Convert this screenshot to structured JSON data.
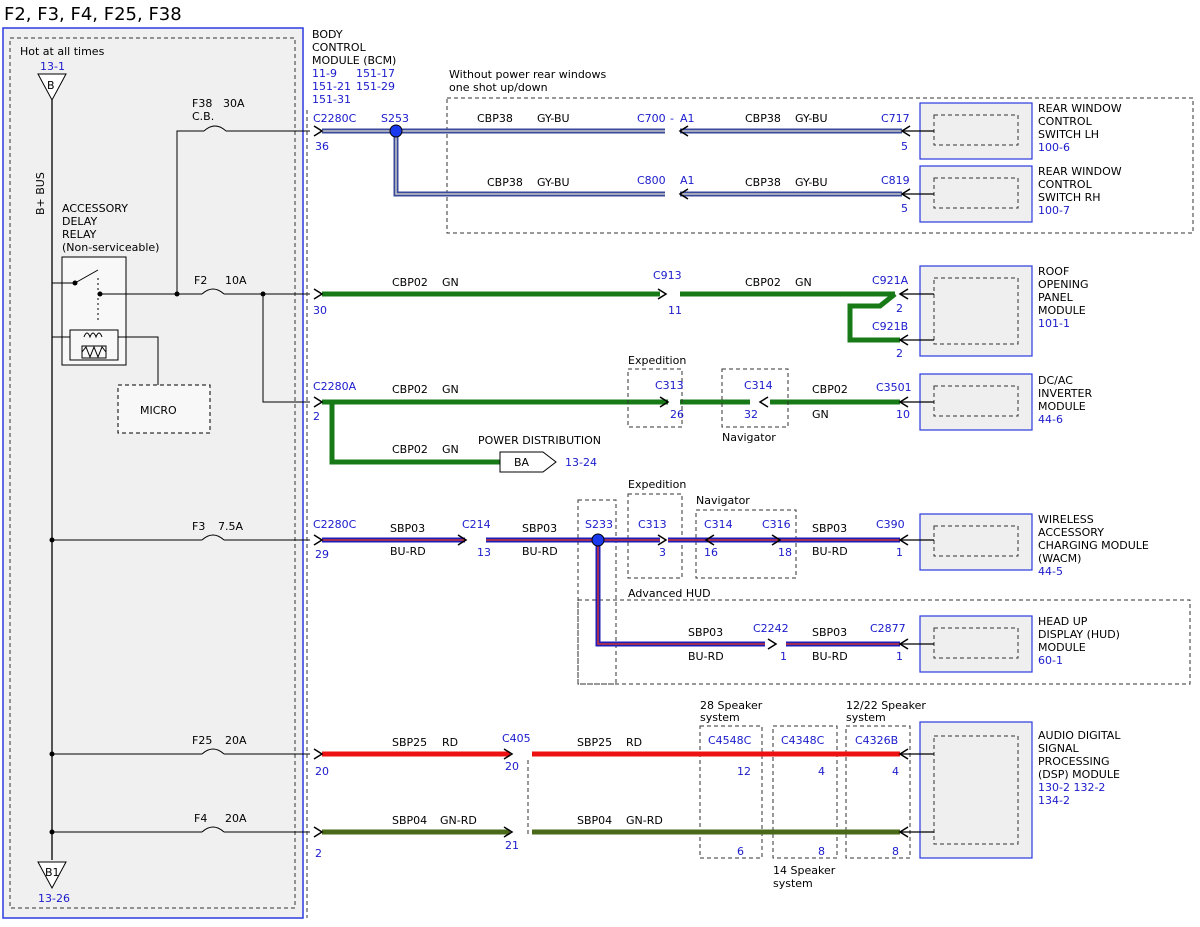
{
  "title": "F2, F3, F4, F25, F38",
  "colors": {
    "panel_blue": "#2a3ae0",
    "gn": "#177a17",
    "gy_bu": "#3a4a9a",
    "bu_rd": "#1e1eb8",
    "rd": "#ee1111",
    "gn_rd": "#4a6a1a",
    "ref_blue": "#1a1acc"
  },
  "left_panel": {
    "hot": "Hot at all times",
    "hot_ref": "13-1",
    "bus_label": "B+ BUS",
    "b_top": "B",
    "b_bottom": "B1",
    "b_bottom_ref": "13-26",
    "relay": [
      "ACCESSORY",
      "DELAY",
      "RELAY",
      "(Non-serviceable)"
    ],
    "micro": "MICRO"
  },
  "bcm": {
    "name": [
      "BODY",
      "CONTROL",
      "MODULE (BCM)"
    ],
    "refs": [
      "11-9",
      "151-17",
      "151-21",
      "151-29",
      "151-31"
    ]
  },
  "fuses": {
    "f38": "F38",
    "f38_amp": "30A",
    "f38_cb": "C.B.",
    "f2": "F2",
    "f2_amp": "10A",
    "f3": "F3",
    "f3_amp": "7.5A",
    "f25": "F25",
    "f25_amp": "20A",
    "f4": "F4",
    "f4_amp": "20A"
  },
  "notes": {
    "rear_windows": [
      "Without power rear windows",
      "one shot up/down"
    ],
    "expedition": "Expedition",
    "navigator": "Navigator",
    "advanced_hud": "Advanced HUD",
    "spk28": [
      "28 Speaker",
      "system"
    ],
    "spk1222": [
      "12/22 Speaker",
      "system"
    ],
    "spk14": [
      "14 Speaker",
      "system"
    ],
    "power_distribution": "POWER DISTRIBUTION",
    "ba": "BA",
    "ba_ref": "13-24"
  },
  "wires": {
    "cbp38": "CBP38",
    "gybu": "GY-BU",
    "cbp02": "CBP02",
    "gn": "GN",
    "sbp03": "SBP03",
    "burd": "BU-RD",
    "sbp25": "SBP25",
    "rd": "RD",
    "sbp04": "SBP04",
    "gnrd": "GN-RD"
  },
  "connectors": {
    "c2280c": "C2280C",
    "c2280a": "C2280A",
    "s253": "S253",
    "s233": "S233",
    "c700": "C700",
    "a1": "A1",
    "c717": "C717",
    "c800": "C800",
    "c819": "C819",
    "c913": "C913",
    "c921a": "C921A",
    "c921b": "C921B",
    "c313": "C313",
    "c314": "C314",
    "c3501": "C3501",
    "c214": "C214",
    "c316": "C316",
    "c390": "C390",
    "c2242": "C2242",
    "c2877": "C2877",
    "c405": "C405",
    "c4548c": "C4548C",
    "c4348c": "C4348C",
    "c4326b": "C4326B"
  },
  "pins": {
    "p36": "36",
    "p5": "5",
    "p30": "30",
    "p11": "11",
    "p2": "2",
    "p26": "26",
    "p32": "32",
    "p10": "10",
    "p29": "29",
    "p13": "13",
    "p3": "3",
    "p16": "16",
    "p18": "18",
    "p1": "1",
    "p20": "20",
    "p12": "12",
    "p4": "4",
    "p21": "21",
    "p6": "6",
    "p8": "8",
    "dash": "-"
  },
  "modules": {
    "rwlh": [
      "REAR WINDOW",
      "CONTROL",
      "SWITCH LH"
    ],
    "rwlh_ref": "100-6",
    "rwrh": [
      "REAR WINDOW",
      "CONTROL",
      "SWITCH RH"
    ],
    "rwrh_ref": "100-7",
    "roof": [
      "ROOF",
      "OPENING",
      "PANEL",
      "MODULE"
    ],
    "roof_ref": "101-1",
    "dcac": [
      "DC/AC",
      "INVERTER",
      "MODULE"
    ],
    "dcac_ref": "44-6",
    "wacm": [
      "WIRELESS",
      "ACCESSORY",
      "CHARGING MODULE",
      "(WACM)"
    ],
    "wacm_ref": "44-5",
    "hud": [
      "HEAD UP",
      "DISPLAY (HUD)",
      "MODULE"
    ],
    "hud_ref": "60-1",
    "dsp": [
      "AUDIO DIGITAL",
      "SIGNAL",
      "PROCESSING",
      "(DSP) MODULE"
    ],
    "dsp_ref": [
      "130-2  132-2",
      "134-2"
    ]
  }
}
